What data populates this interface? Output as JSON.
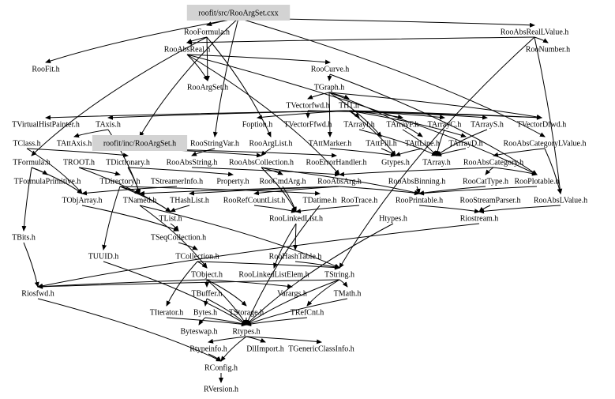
{
  "graph": {
    "highlight_color": "#d3d3d3",
    "nodes": [
      {
        "id": "cxx",
        "label": "roofit/src/RooArgSet.cxx",
        "highlighted": true
      },
      {
        "id": "RooFormula",
        "label": "RooFormula.h"
      },
      {
        "id": "RooAbsRealLValue",
        "label": "RooAbsRealLValue.h"
      },
      {
        "id": "RooAbsReal",
        "label": "RooAbsReal.h"
      },
      {
        "id": "RooNumber",
        "label": "RooNumber.h"
      },
      {
        "id": "RooFit",
        "label": "RooFit.h"
      },
      {
        "id": "RooCurve",
        "label": "RooCurve.h"
      },
      {
        "id": "RooArgSet",
        "label": "RooArgSet.h"
      },
      {
        "id": "TGraph",
        "label": "TGraph.h"
      },
      {
        "id": "TVectorfwd",
        "label": "TVectorfwd.h"
      },
      {
        "id": "TH1",
        "label": "TH1.h"
      },
      {
        "id": "TVirtualHistPainter",
        "label": "TVirtualHistPainter.h"
      },
      {
        "id": "TAxis",
        "label": "TAxis.h"
      },
      {
        "id": "Foption",
        "label": "Foption.h"
      },
      {
        "id": "TVectorFfwd",
        "label": "TVectorFfwd.h"
      },
      {
        "id": "TArrayI",
        "label": "TArrayI.h"
      },
      {
        "id": "TArrayF",
        "label": "TArrayF.h"
      },
      {
        "id": "TArrayC",
        "label": "TArrayC.h"
      },
      {
        "id": "TArrayS",
        "label": "TArrayS.h"
      },
      {
        "id": "TVectorDfwd",
        "label": "TVectorDfwd.h"
      },
      {
        "id": "TClass",
        "label": "TClass.h"
      },
      {
        "id": "TAttAxis",
        "label": "TAttAxis.h"
      },
      {
        "id": "incRooArgSet",
        "label": "roofit/inc/RooArgSet.h",
        "highlighted": true
      },
      {
        "id": "RooStringVar",
        "label": "RooStringVar.h"
      },
      {
        "id": "RooArgList",
        "label": "RooArgList.h"
      },
      {
        "id": "TAttMarker",
        "label": "TAttMarker.h"
      },
      {
        "id": "TAttFill",
        "label": "TAttFill.h"
      },
      {
        "id": "TAttLine",
        "label": "TAttLine.h"
      },
      {
        "id": "TArrayD",
        "label": "TArrayD.h"
      },
      {
        "id": "RooAbsCategoryLValue",
        "label": "RooAbsCategoryLValue.h"
      },
      {
        "id": "TFormula",
        "label": "TFormula.h"
      },
      {
        "id": "TROOT",
        "label": "TROOT.h"
      },
      {
        "id": "TDictionary",
        "label": "TDictionary.h"
      },
      {
        "id": "RooAbsString",
        "label": "RooAbsString.h"
      },
      {
        "id": "RooAbsCollection",
        "label": "RooAbsCollection.h"
      },
      {
        "id": "RooErrorHandler",
        "label": "RooErrorHandler.h"
      },
      {
        "id": "Gtypes",
        "label": "Gtypes.h"
      },
      {
        "id": "TArray",
        "label": "TArray.h"
      },
      {
        "id": "RooAbsCategory",
        "label": "RooAbsCategory.h"
      },
      {
        "id": "TFormulaPrimitive",
        "label": "TFormulaPrimitive.h"
      },
      {
        "id": "TDirectory",
        "label": "TDirectory.h"
      },
      {
        "id": "TStreamerInfo",
        "label": "TStreamerInfo.h"
      },
      {
        "id": "Property",
        "label": "Property.h"
      },
      {
        "id": "RooCmdArg",
        "label": "RooCmdArg.h"
      },
      {
        "id": "RooAbsArg",
        "label": "RooAbsArg.h"
      },
      {
        "id": "RooAbsBinning",
        "label": "RooAbsBinning.h"
      },
      {
        "id": "RooCatType",
        "label": "RooCatType.h"
      },
      {
        "id": "RooPlotable",
        "label": "RooPlotable.h"
      },
      {
        "id": "TObjArray",
        "label": "TObjArray.h"
      },
      {
        "id": "TNamed",
        "label": "TNamed.h"
      },
      {
        "id": "THashList",
        "label": "THashList.h"
      },
      {
        "id": "RooRefCountList",
        "label": "RooRefCountList.h"
      },
      {
        "id": "TDatime",
        "label": "TDatime.h"
      },
      {
        "id": "RooTrace",
        "label": "RooTrace.h"
      },
      {
        "id": "RooPrintable",
        "label": "RooPrintable.h"
      },
      {
        "id": "RooStreamParser",
        "label": "RooStreamParser.h"
      },
      {
        "id": "RooAbsLValue",
        "label": "RooAbsLValue.h"
      },
      {
        "id": "TList",
        "label": "TList.h"
      },
      {
        "id": "RooLinkedList",
        "label": "RooLinkedList.h"
      },
      {
        "id": "Htypes",
        "label": "Htypes.h"
      },
      {
        "id": "Riostream",
        "label": "Riostream.h"
      },
      {
        "id": "TBits",
        "label": "TBits.h"
      },
      {
        "id": "TSeqCollection",
        "label": "TSeqCollection.h"
      },
      {
        "id": "RooHashTable",
        "label": "RooHashTable.h"
      },
      {
        "id": "TUUID",
        "label": "TUUID.h"
      },
      {
        "id": "TCollection",
        "label": "TCollection.h"
      },
      {
        "id": "TObject",
        "label": "TObject.h"
      },
      {
        "id": "RooLinkedListElem",
        "label": "RooLinkedListElem.h"
      },
      {
        "id": "TString",
        "label": "TString.h"
      },
      {
        "id": "Riosfwd",
        "label": "Riosfwd.h"
      },
      {
        "id": "TBuffer",
        "label": "TBuffer.h"
      },
      {
        "id": "Varargs",
        "label": "Varargs.h"
      },
      {
        "id": "TMath",
        "label": "TMath.h"
      },
      {
        "id": "TIterator",
        "label": "TIterator.h"
      },
      {
        "id": "Bytes",
        "label": "Bytes.h"
      },
      {
        "id": "TStorage",
        "label": "TStorage.h"
      },
      {
        "id": "TRefCnt",
        "label": "TRefCnt.h"
      },
      {
        "id": "Byteswap",
        "label": "Byteswap.h"
      },
      {
        "id": "Rtypes",
        "label": "Rtypes.h"
      },
      {
        "id": "Rtypeinfo",
        "label": "Rtypeinfo.h"
      },
      {
        "id": "DllImport",
        "label": "DllImport.h"
      },
      {
        "id": "TGenericClassInfo",
        "label": "TGenericClassInfo.h"
      },
      {
        "id": "RConfig",
        "label": "RConfig.h"
      },
      {
        "id": "RVersion",
        "label": "RVersion.h"
      }
    ],
    "edges": [
      [
        "cxx",
        "RooFormula"
      ],
      [
        "cxx",
        "RooAbsRealLValue"
      ],
      [
        "cxx",
        "incRooArgSet"
      ],
      [
        "cxx",
        "RooStringVar"
      ],
      [
        "cxx",
        "RooFit"
      ],
      [
        "cxx",
        "RooAbsCategoryLValue"
      ],
      [
        "RooFormula",
        "RooAbsReal"
      ],
      [
        "RooFormula",
        "RooArgSet"
      ],
      [
        "RooFormula",
        "RooArgList"
      ],
      [
        "RooFormula",
        "TFormula"
      ],
      [
        "RooAbsRealLValue",
        "RooAbsReal"
      ],
      [
        "RooAbsRealLValue",
        "RooNumber"
      ],
      [
        "RooAbsRealLValue",
        "RooAbsLValue"
      ],
      [
        "RooAbsRealLValue",
        "TString"
      ],
      [
        "RooAbsReal",
        "RooCurve"
      ],
      [
        "RooAbsReal",
        "RooArgSet"
      ],
      [
        "RooAbsReal",
        "RooAbsArg"
      ],
      [
        "RooAbsReal",
        "RooPlotable"
      ],
      [
        "RooCurve",
        "TGraph"
      ],
      [
        "RooCurve",
        "RooPlotable"
      ],
      [
        "TGraph",
        "TVectorfwd"
      ],
      [
        "TGraph",
        "TH1"
      ],
      [
        "TGraph",
        "TAttMarker"
      ],
      [
        "TGraph",
        "TAttFill"
      ],
      [
        "TGraph",
        "TAttLine"
      ],
      [
        "TGraph",
        "TVectorDfwd"
      ],
      [
        "TVectorfwd",
        "TVectorFfwd"
      ],
      [
        "TVectorfwd",
        "TVectorDfwd"
      ],
      [
        "TH1",
        "TAxis"
      ],
      [
        "TH1",
        "Foption"
      ],
      [
        "TH1",
        "TArrayI"
      ],
      [
        "TH1",
        "TArrayF"
      ],
      [
        "TH1",
        "TArrayC"
      ],
      [
        "TH1",
        "TArrayS"
      ],
      [
        "TH1",
        "TArrayD"
      ],
      [
        "TH1",
        "Gtypes"
      ],
      [
        "TH1",
        "TVectorDfwd"
      ],
      [
        "TH1",
        "TVirtualHistPainter"
      ],
      [
        "TAxis",
        "TAttAxis"
      ],
      [
        "TAxis",
        "TNamed"
      ],
      [
        "incRooArgSet",
        "RooAbsCollection"
      ],
      [
        "incRooArgSet",
        "RooErrorHandler"
      ],
      [
        "RooStringVar",
        "RooAbsString"
      ],
      [
        "RooArgList",
        "RooAbsCollection"
      ],
      [
        "TArrayI",
        "TArray"
      ],
      [
        "TArrayF",
        "TArray"
      ],
      [
        "TArrayC",
        "TArray"
      ],
      [
        "TArrayS",
        "TArray"
      ],
      [
        "TArrayD",
        "TArray"
      ],
      [
        "TAttMarker",
        "Gtypes"
      ],
      [
        "TAttFill",
        "Gtypes"
      ],
      [
        "TAttLine",
        "Gtypes"
      ],
      [
        "RooAbsCategoryLValue",
        "RooAbsCategory"
      ],
      [
        "RooAbsCategoryLValue",
        "RooAbsLValue"
      ],
      [
        "RooAbsCategory",
        "RooCatType"
      ],
      [
        "RooAbsCategory",
        "RooAbsArg"
      ],
      [
        "RooAbsCategory",
        "RooPlotable"
      ],
      [
        "TFormula",
        "TFormulaPrimitive"
      ],
      [
        "TFormula",
        "TObjArray"
      ],
      [
        "TFormula",
        "TBits"
      ],
      [
        "TClass",
        "TDictionary"
      ],
      [
        "TClass",
        "TObjArray"
      ],
      [
        "TROOT",
        "TDirectory"
      ],
      [
        "TROOT",
        "TList"
      ],
      [
        "TDictionary",
        "TNamed"
      ],
      [
        "TDictionary",
        "Property"
      ],
      [
        "RooAbsString",
        "RooAbsArg"
      ],
      [
        "RooAbsCollection",
        "RooLinkedList"
      ],
      [
        "RooAbsCollection",
        "RooCmdArg"
      ],
      [
        "RooAbsCollection",
        "RooPrintable"
      ],
      [
        "RooCmdArg",
        "RooLinkedList"
      ],
      [
        "RooAbsArg",
        "RooRefCountList"
      ],
      [
        "RooAbsArg",
        "THashList"
      ],
      [
        "RooAbsArg",
        "RooPrintable"
      ],
      [
        "RooAbsArg",
        "TNamed"
      ],
      [
        "RooAbsBinning",
        "RooPrintable"
      ],
      [
        "RooCatType",
        "RooPrintable"
      ],
      [
        "RooPlotable",
        "RooPrintable"
      ],
      [
        "RooPrintable",
        "Riostream"
      ],
      [
        "RooStreamParser",
        "Riostream"
      ],
      [
        "RooAbsLValue",
        "Riostream"
      ],
      [
        "TDirectory",
        "TNamed"
      ],
      [
        "TDirectory",
        "TList"
      ],
      [
        "TDirectory",
        "TDatime"
      ],
      [
        "TDirectory",
        "TUUID"
      ],
      [
        "TStreamerInfo",
        "TObjArray"
      ],
      [
        "THashList",
        "TList"
      ],
      [
        "RooRefCountList",
        "RooLinkedList"
      ],
      [
        "TObjArray",
        "TSeqCollection"
      ],
      [
        "TNamed",
        "TObject"
      ],
      [
        "TNamed",
        "TString"
      ],
      [
        "TList",
        "TSeqCollection"
      ],
      [
        "RooLinkedList",
        "RooHashTable"
      ],
      [
        "RooLinkedList",
        "RooLinkedListElem"
      ],
      [
        "RooTrace",
        "RooLinkedList"
      ],
      [
        "TDatime",
        "Rtypes"
      ],
      [
        "Htypes",
        "Rtypes"
      ],
      [
        "Riostream",
        "Riosfwd"
      ],
      [
        "TSeqCollection",
        "TCollection"
      ],
      [
        "TBits",
        "Riosfwd"
      ],
      [
        "TUUID",
        "Rtypes"
      ],
      [
        "TCollection",
        "TObject"
      ],
      [
        "TCollection",
        "TIterator"
      ],
      [
        "TCollection",
        "TString"
      ],
      [
        "RooHashTable",
        "TString"
      ],
      [
        "TObject",
        "Rtypes"
      ],
      [
        "TObject",
        "TStorage"
      ],
      [
        "TObject",
        "Varargs"
      ],
      [
        "TObject",
        "Riosfwd"
      ],
      [
        "TObject",
        "TBuffer"
      ],
      [
        "TString",
        "TMath"
      ],
      [
        "TString",
        "TRefCnt"
      ],
      [
        "TString",
        "Riosfwd"
      ],
      [
        "TString",
        "Rtypes"
      ],
      [
        "TBuffer",
        "Bytes"
      ],
      [
        "TBuffer",
        "Rtypes"
      ],
      [
        "TMath",
        "Rtypes"
      ],
      [
        "Bytes",
        "Byteswap"
      ],
      [
        "Bytes",
        "Rtypes"
      ],
      [
        "TStorage",
        "Rtypes"
      ],
      [
        "TRefCnt",
        "Rtypes"
      ],
      [
        "TIterator",
        "Rtypes"
      ],
      [
        "Rtypes",
        "Rtypeinfo"
      ],
      [
        "Rtypes",
        "DllImport"
      ],
      [
        "Rtypes",
        "TGenericClassInfo"
      ],
      [
        "Rtypes",
        "RConfig"
      ],
      [
        "Rtypeinfo",
        "RConfig"
      ],
      [
        "RConfig",
        "RVersion"
      ],
      [
        "Riosfwd",
        "RConfig"
      ]
    ]
  }
}
